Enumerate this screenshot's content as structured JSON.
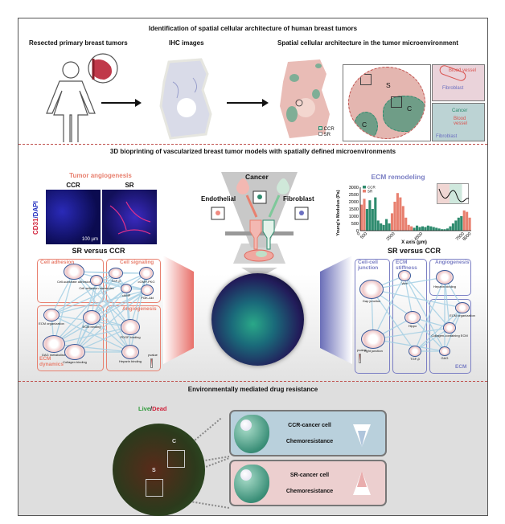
{
  "identification": {
    "title": "Identification of spatial cellular architecture of human breast tumors",
    "step1": "Resected primary breast tumors",
    "step2": "IHC images",
    "step3": "Spatial cellular architecture in the tumor microenvironment",
    "region_labels": {
      "stroma": "S",
      "cancer1": "C",
      "cancer2": "C"
    },
    "legend": {
      "ccr": "CCR",
      "sr": "SR"
    },
    "inset_top": {
      "vessel": "Blood vessel",
      "fibroblast": "Fibroblast"
    },
    "inset_bottom": {
      "cancer": "Cancer",
      "vessel": "Blood vessel",
      "fibroblast": "Fibroblast"
    }
  },
  "bioprinting": {
    "title": "3D bioprinting of vascularized breast tumor models with spatially defined microenvironments",
    "angiogenesis": {
      "title": "Tumor angiogenesis",
      "ccr": "CCR",
      "sr": "SR",
      "stain_red": "CD31",
      "stain_blue": "/DAPI",
      "scale": "100 µm"
    },
    "center": {
      "cancer": "Cancer",
      "endothelial": "Endothelial",
      "fibroblast": "Fibroblast"
    },
    "left_network": {
      "title": "SR versus CCR",
      "groups": [
        "Cell adhesion",
        "Cell signaling",
        "ECM dynamics",
        "Angiogenesis"
      ],
      "nodes": [
        "Cell-substrate adhesion",
        "Cell adhesion molecules",
        "TGF-β",
        "cGMP-PKG",
        "cAMP",
        "PI3K-Akt",
        "ECM organization",
        "ECM binding",
        "PDGF binding",
        "GAG metabolism",
        "Collagen binding",
        "Heparin binding"
      ],
      "legend": "pvalue"
    },
    "right_network": {
      "title": "SR versus CCR",
      "groups": [
        "Cell-cell junction",
        "ECM stiffness",
        "Angiogenesis",
        "ECM"
      ],
      "nodes": [
        "Wnt",
        "Heparin binding",
        "Gap junction",
        "Hippo",
        "ECM organization",
        "Collagen-containing ECM",
        "Tight junction",
        "TGF-β",
        "GAG"
      ],
      "legend": "pvalue"
    },
    "colors": {
      "ccr": "#2e8b6e",
      "sr": "#e8806f",
      "network_left": "#e8806f",
      "network_right": "#7b7fc4",
      "edges": "#9fcde3"
    }
  },
  "chart_data": {
    "type": "bar",
    "title": "ECM remodeling",
    "xlabel": "X axis (µm)",
    "ylabel": "Young's Modulus (Pa)",
    "ylim": [
      0,
      3000
    ],
    "yticks": [
      0,
      500,
      1000,
      1500,
      2000,
      2500,
      3000
    ],
    "xticks": [
      0,
      500,
      2500,
      4500,
      7500,
      8000
    ],
    "xlim": [
      0,
      8000
    ],
    "legend": "top-left",
    "series_names": {
      "CCR": "CCR",
      "SR": "SR"
    },
    "x": [
      100,
      300,
      500,
      700,
      900,
      1100,
      1300,
      1500,
      1700,
      1900,
      2100,
      2300,
      2500,
      2700,
      2900,
      3100,
      3300,
      3500,
      3700,
      3900,
      4100,
      4300,
      4500,
      4700,
      4900,
      5100,
      5300,
      5500,
      5700,
      5900,
      6100,
      6300,
      6500,
      6700,
      6900,
      7100,
      7300,
      7500,
      7700,
      7900
    ],
    "values": [
      1800,
      2200,
      1500,
      2100,
      1500,
      2300,
      700,
      500,
      400,
      800,
      500,
      1200,
      2000,
      2600,
      2300,
      1700,
      900,
      400,
      300,
      200,
      350,
      250,
      300,
      250,
      350,
      300,
      250,
      200,
      150,
      100,
      100,
      150,
      300,
      500,
      700,
      900,
      1000,
      1400,
      1300,
      900
    ],
    "region": [
      "SR",
      "SR",
      "CCR",
      "CCR",
      "CCR",
      "CCR",
      "CCR",
      "CCR",
      "CCR",
      "CCR",
      "CCR",
      "SR",
      "SR",
      "SR",
      "SR",
      "SR",
      "SR",
      "SR",
      "SR",
      "CCR",
      "CCR",
      "CCR",
      "CCR",
      "CCR",
      "CCR",
      "CCR",
      "CCR",
      "CCR",
      "CCR",
      "CCR",
      "CCR",
      "CCR",
      "CCR",
      "CCR",
      "CCR",
      "CCR",
      "CCR",
      "SR",
      "SR",
      "SR"
    ]
  },
  "drug_resistance": {
    "title": "Environmentally mediated drug resistance",
    "live": "Live",
    "slash": "/",
    "dead": "Dead",
    "roi_c": "C",
    "roi_s": "S",
    "ccr_box": {
      "cell": "CCR-cancer cell",
      "label": "Chemoresistance",
      "trend": "decreased",
      "color": "#b9d0dc"
    },
    "sr_box": {
      "cell": "SR-cancer cell",
      "label": "Chemoresistance",
      "trend": "increased",
      "color": "#eccfcf"
    }
  }
}
